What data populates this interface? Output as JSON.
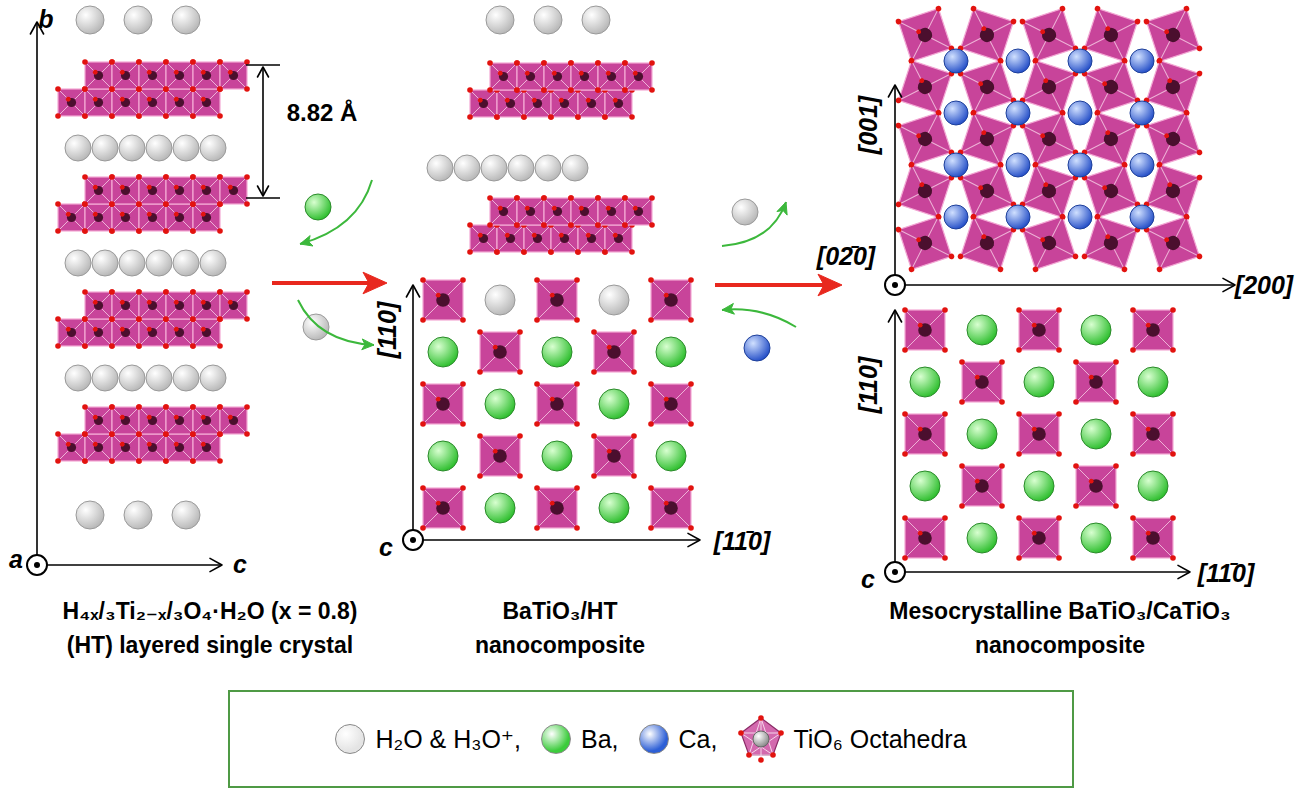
{
  "diagram": {
    "labels": [
      "b",
      "8.82 Å",
      "a",
      "c",
      "[110]",
      "c",
      "[11̄0]",
      "[001]",
      "[02̄0]",
      "[200]",
      "[110]",
      "c",
      "[11̄0]",
      "H₄ₓ/₃Ti₂₋ₓ/₃O₄·H₂O (x = 0.8)",
      "(HT) layered single crystal",
      "BaTiO₃/HT",
      "nanocomposite",
      "Mesocrystalline BaTiO₃/CaTiO₃",
      "nanocomposite"
    ],
    "legend": [
      {
        "text": "H₂O & H₃O⁺,",
        "color": "#e4e4e4"
      },
      {
        "text": "Ba,",
        "color": "#3ccc3c"
      },
      {
        "text": "Ca,",
        "color": "#2d5fd6"
      },
      {
        "text": "TiO₆ Octahedra"
      }
    ]
  }
}
